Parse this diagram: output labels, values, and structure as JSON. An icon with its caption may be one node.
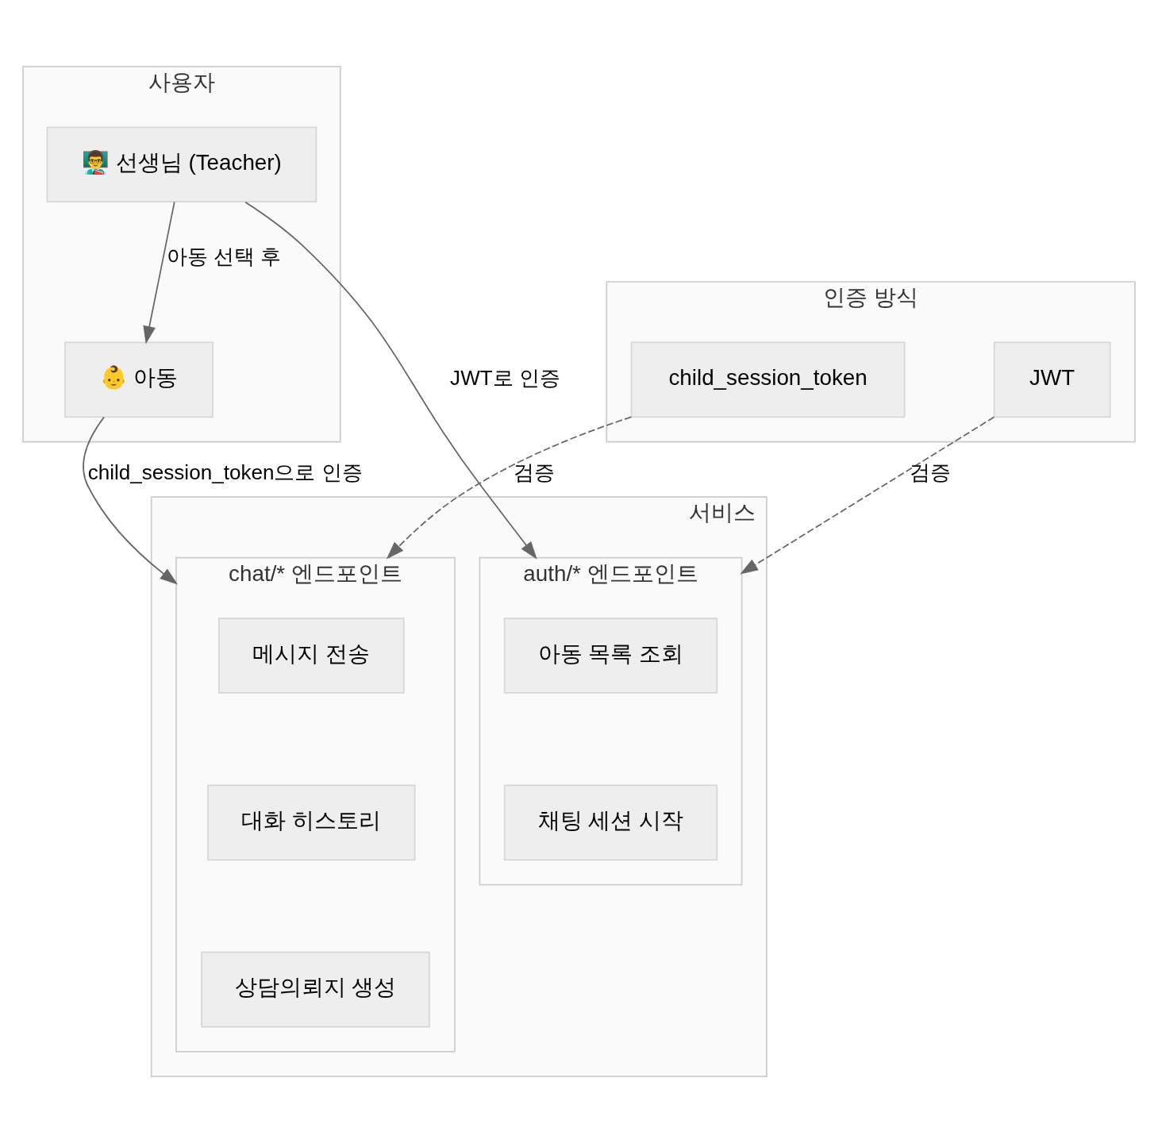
{
  "diagram": {
    "nodes": [
      {
        "text": [
          "사용자"
        ]
      },
      {
        "text": [
          "👨‍🏫 선생님 (Teacher)"
        ],
        "in": 0
      },
      {
        "text": [
          "👶 아동"
        ],
        "in": 0
      },
      {
        "text": [
          "인증 방식"
        ]
      },
      {
        "text": [
          "child_session_token"
        ],
        "in": 3
      },
      {
        "text": [
          "JWT"
        ],
        "in": 3
      },
      {
        "text": [
          "서비스"
        ]
      },
      {
        "text": [
          "chat/* 엔드포인트"
        ],
        "in": 6
      },
      {
        "text": [
          "메시지 전송"
        ],
        "in": 7
      },
      {
        "text": [
          "대화 히스토리"
        ],
        "in": 7
      },
      {
        "text": [
          "상담의뢰지 생성"
        ],
        "in": 7
      },
      {
        "text": [
          "auth/* 엔드포인트"
        ],
        "in": 6
      },
      {
        "text": [
          "아동 목록 조회"
        ],
        "in": 11
      },
      {
        "text": [
          "채팅 세션 시작"
        ],
        "in": 11
      }
    ],
    "edges": [
      {
        "from": 1,
        "to": 2,
        "arrow": "to",
        "label": "아동 선택 후"
      },
      {
        "from": 2,
        "to": 7,
        "arrow": "to",
        "label": "child_session_token으로 인증"
      },
      {
        "from": 1,
        "to": 11,
        "arrow": "to",
        "label": "JWT로 인증"
      },
      {
        "from": 4,
        "to": 7,
        "arrow": "to",
        "label": "검증",
        "style": "dashed"
      },
      {
        "from": 5,
        "to": 11,
        "arrow": "to",
        "label": "검증",
        "style": "dashed"
      }
    ]
  }
}
